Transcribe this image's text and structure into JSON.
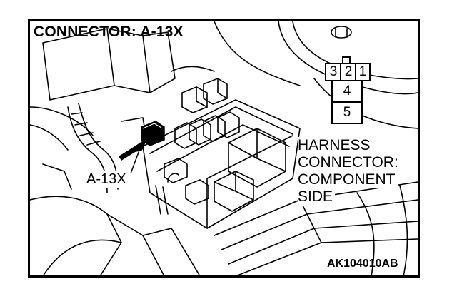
{
  "title": "CONNECTOR: A-13X",
  "callout_label": "A-13X",
  "harness_label": [
    "HARNESS",
    "CONNECTOR:",
    "COMPONENT",
    "SIDE"
  ],
  "connector_pins": {
    "top_row": [
      "3",
      "2",
      "1"
    ],
    "middle": "4",
    "bottom": "5"
  },
  "figure_id": "AK104010AB"
}
